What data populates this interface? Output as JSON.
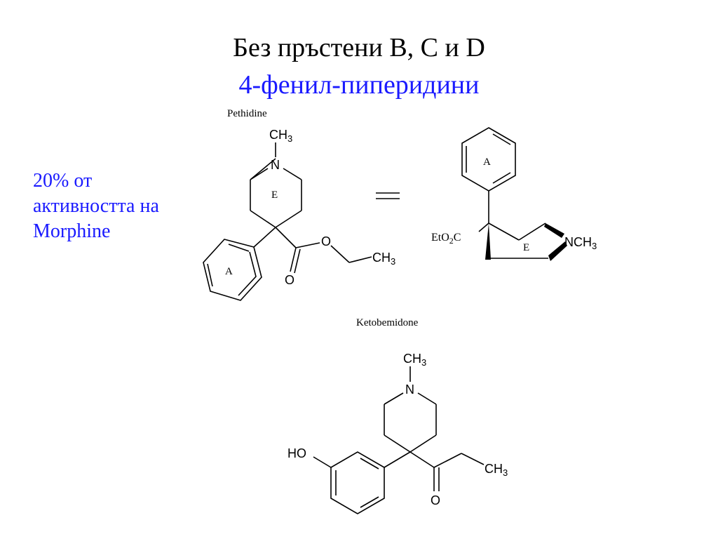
{
  "slide": {
    "title_line1": "Без пръстени B, C и D",
    "title_line2": "4-фенил-пиперидини",
    "note_lines": [
      "20% от",
      "активността на",
      "Morphine"
    ]
  },
  "pethidine": {
    "name": "Pethidine",
    "ring_a": "A",
    "ring_e": "E",
    "atom_n": "N",
    "atom_o_ester": "O",
    "atom_o_carbonyl": "O",
    "ch3_n": "CH3",
    "ch3_ethyl": "CH3"
  },
  "equivalence_symbol": "═",
  "pethidine_perspective": {
    "ring_a": "A",
    "ring_e": "E",
    "eto2c": "EtO2C",
    "nch3": "NCH3"
  },
  "ketobemidone": {
    "name": "Ketobemidone",
    "atom_n": "N",
    "ch3_n": "CH3",
    "ho": "HO",
    "atom_o": "O",
    "ch3_ethyl": "CH3"
  },
  "colors": {
    "title": "#000000",
    "accent": "#1a1aff"
  }
}
